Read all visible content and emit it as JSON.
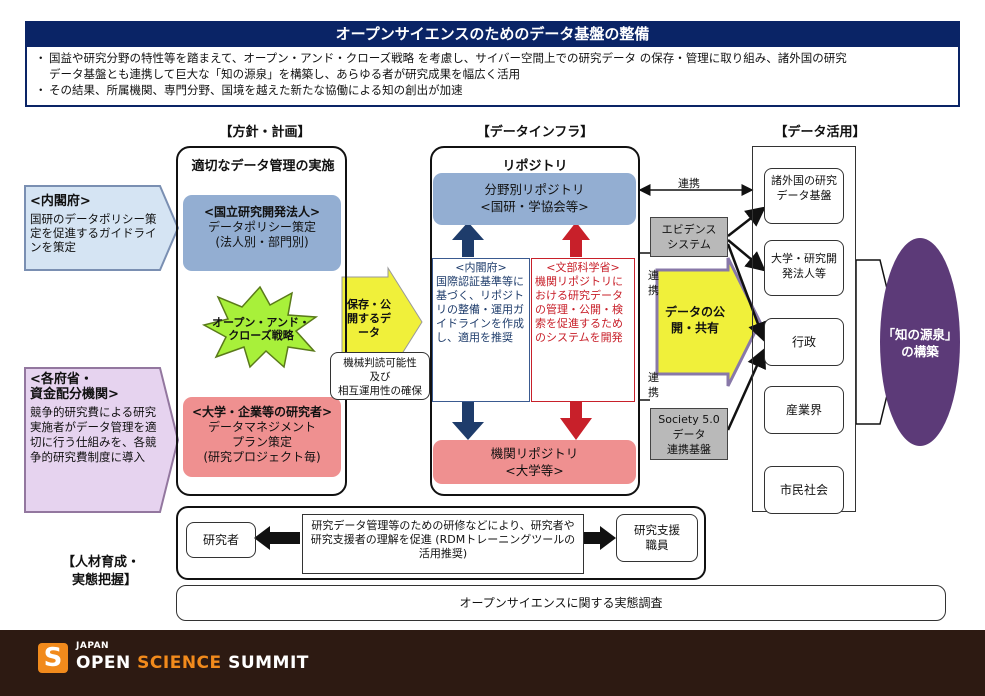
{
  "title": "オープンサイエンスのためのデータ基盤の整備",
  "summary": {
    "line1a": "国益や研究分野の特性等を踏まえて、オープン・アンド・クローズ戦略 を考慮し、サイバー空間上での研究データ の保存・管理に取り組み、諸外国の研究",
    "line1b": "データ基盤とも連携して巨大な「知の源泉」を構築し、あらゆる者が研究成果を幅広く活用",
    "line2": "その結果、所属機関、専門分野、国境を越えた新たな協働による知の創出が加速"
  },
  "headings": {
    "policy": "【方針・計画】",
    "infra": "【データインフラ】",
    "use": "【データ活用】",
    "hr_line1": "【人材育成・",
    "hr_line2": "実態把握】"
  },
  "left": {
    "cabinet_title": "<内閣府>",
    "cabinet_text": "国研のデータポリシー策定を促進するガイドラインを策定",
    "ministries_title_1": "<各府省・",
    "ministries_title_2": "資金配分機関>",
    "ministries_text": "競争的研究費による研究実施者がデータ管理を適切に行う仕組みを、各競争的研究費制度に導入"
  },
  "policy": {
    "panel_title": "適切なデータ管理の実施",
    "nri_title": "<国立研究開発法人>",
    "nri_text1": "データポリシー策定",
    "nri_text2": "(法人別・部門別)",
    "star_text": "オープン・アンド・クローズ戦略",
    "uni_title": "<大学・企業等の研究者>",
    "uni_text1": "データマネジメント",
    "uni_text2": "プラン策定",
    "uni_text3": "(研究プロジェクト毎)"
  },
  "middle_arrow": {
    "text": "保存・公開するデータ",
    "machine_text1": "機械判読可能性",
    "machine_text2": "及び",
    "machine_text3": "相互運用性の確保"
  },
  "infra": {
    "panel_title": "リポジトリ",
    "field_repo_1": "分野別リポジトリ",
    "field_repo_2": "<国研・学協会等>",
    "cabinet_title": "<内閣府>",
    "cabinet_text": "国際認証基準等に基づく、リポジトリの整備・運用ガイドラインを作成し、適用を推奨",
    "mext_title": "<文部科学省>",
    "mext_text": "機関リポジトリにおける研究データの管理・公開・検索を促進するためのシステムを開発",
    "inst_repo_1": "機関リポジトリ",
    "inst_repo_2": "<大学等>"
  },
  "linkage": {
    "link_top": "連携",
    "evidence_1": "エビデンス",
    "evidence_2": "システム",
    "link_mid": "連携",
    "link_bottom": "連携",
    "society_1": "Society 5.0",
    "society_2": "データ",
    "society_3": "連携基盤",
    "big_arrow_text": "データの公開・共有"
  },
  "use": {
    "items": [
      "諸外国の研究データ基盤",
      "大学・研究開発法人等",
      "行政",
      "産業界",
      "市民社会"
    ],
    "source_text": "「知の源泉」の構築"
  },
  "hr": {
    "researcher": "研究者",
    "middle_text": "研究データ管理等のための研修などにより、研究者や研究支援者の理解を促進 (RDMトレーニングツールの活用推奨)",
    "support_staff": "研究支援職員",
    "survey": "オープンサイエンスに関する実態調査"
  },
  "footer": {
    "logo_letter": "S",
    "logo_top": "JAPAN",
    "logo_open": "OPEN ",
    "logo_science": "SCIENCE",
    "logo_summit": " SUMMIT"
  },
  "colors": {
    "banner": "#0a2466",
    "blue_box": "#93aed2",
    "pink_box": "#ef9090",
    "yellow_arrow": "#f0f03a",
    "purple_oval": "#5c3a78",
    "footer": "#2d1a12",
    "accent_orange": "#f18a1c"
  }
}
